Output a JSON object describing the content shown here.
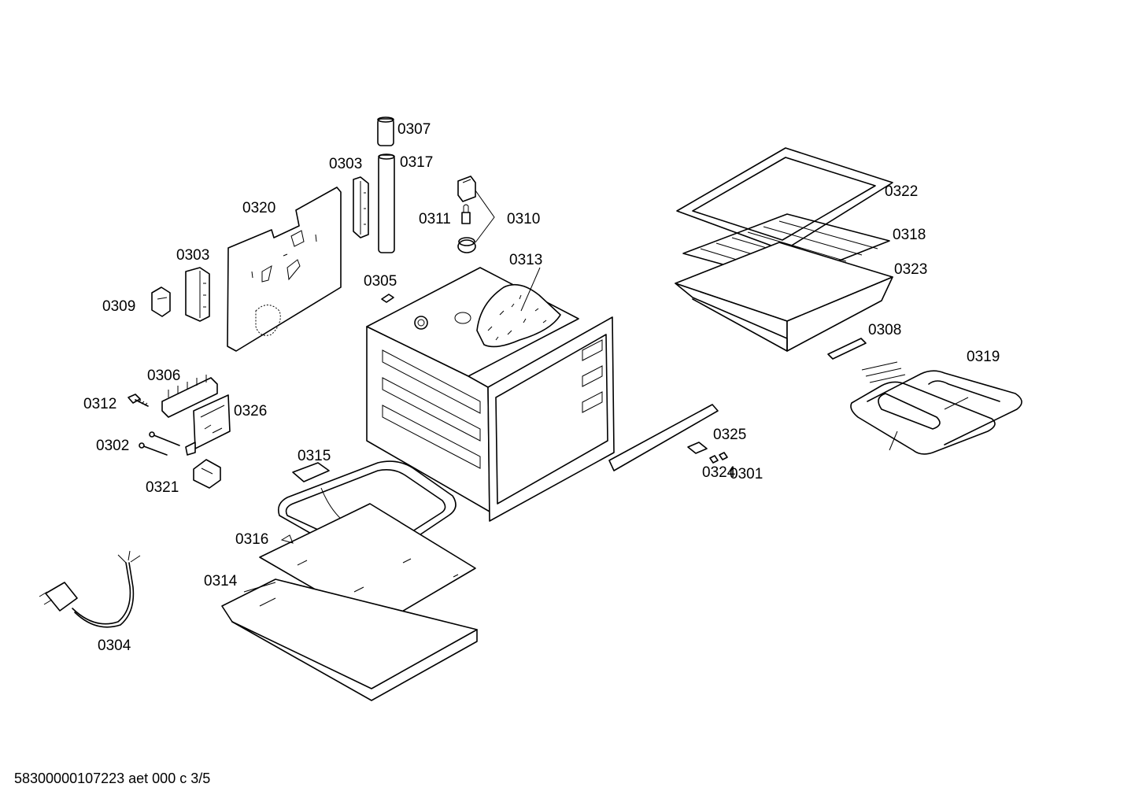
{
  "labels": {
    "p0301": "0301",
    "p0302": "0302",
    "p0303a": "0303",
    "p0303b": "0303",
    "p0304": "0304",
    "p0305": "0305",
    "p0306": "0306",
    "p0307": "0307",
    "p0308": "0308",
    "p0309": "0309",
    "p0310": "0310",
    "p0311": "0311",
    "p0312": "0312",
    "p0313": "0313",
    "p0314": "0314",
    "p0315": "0315",
    "p0316": "0316",
    "p0317": "0317",
    "p0318": "0318",
    "p0319": "0319",
    "p0320": "0320",
    "p0321": "0321",
    "p0322": "0322",
    "p0323": "0323",
    "p0324": "0324",
    "p0325": "0325",
    "p0326": "0326"
  },
  "footer": "58300000107223 aet 000 c 3/5"
}
